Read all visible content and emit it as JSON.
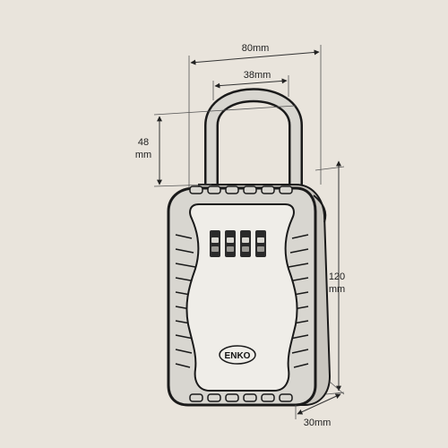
{
  "dimensions": {
    "width_overall": "80mm",
    "shackle_inner_width": "38mm",
    "shackle_height_value": "48",
    "shackle_height_unit": "mm",
    "body_height_value": "120",
    "body_height_unit": "mm",
    "depth": "30mm"
  },
  "brand_label": "ENKO",
  "colors": {
    "background": "#e9e4dc",
    "body_fill": "#d8d6d0",
    "face_fill": "#efede8",
    "outline": "#1a1a1a"
  }
}
